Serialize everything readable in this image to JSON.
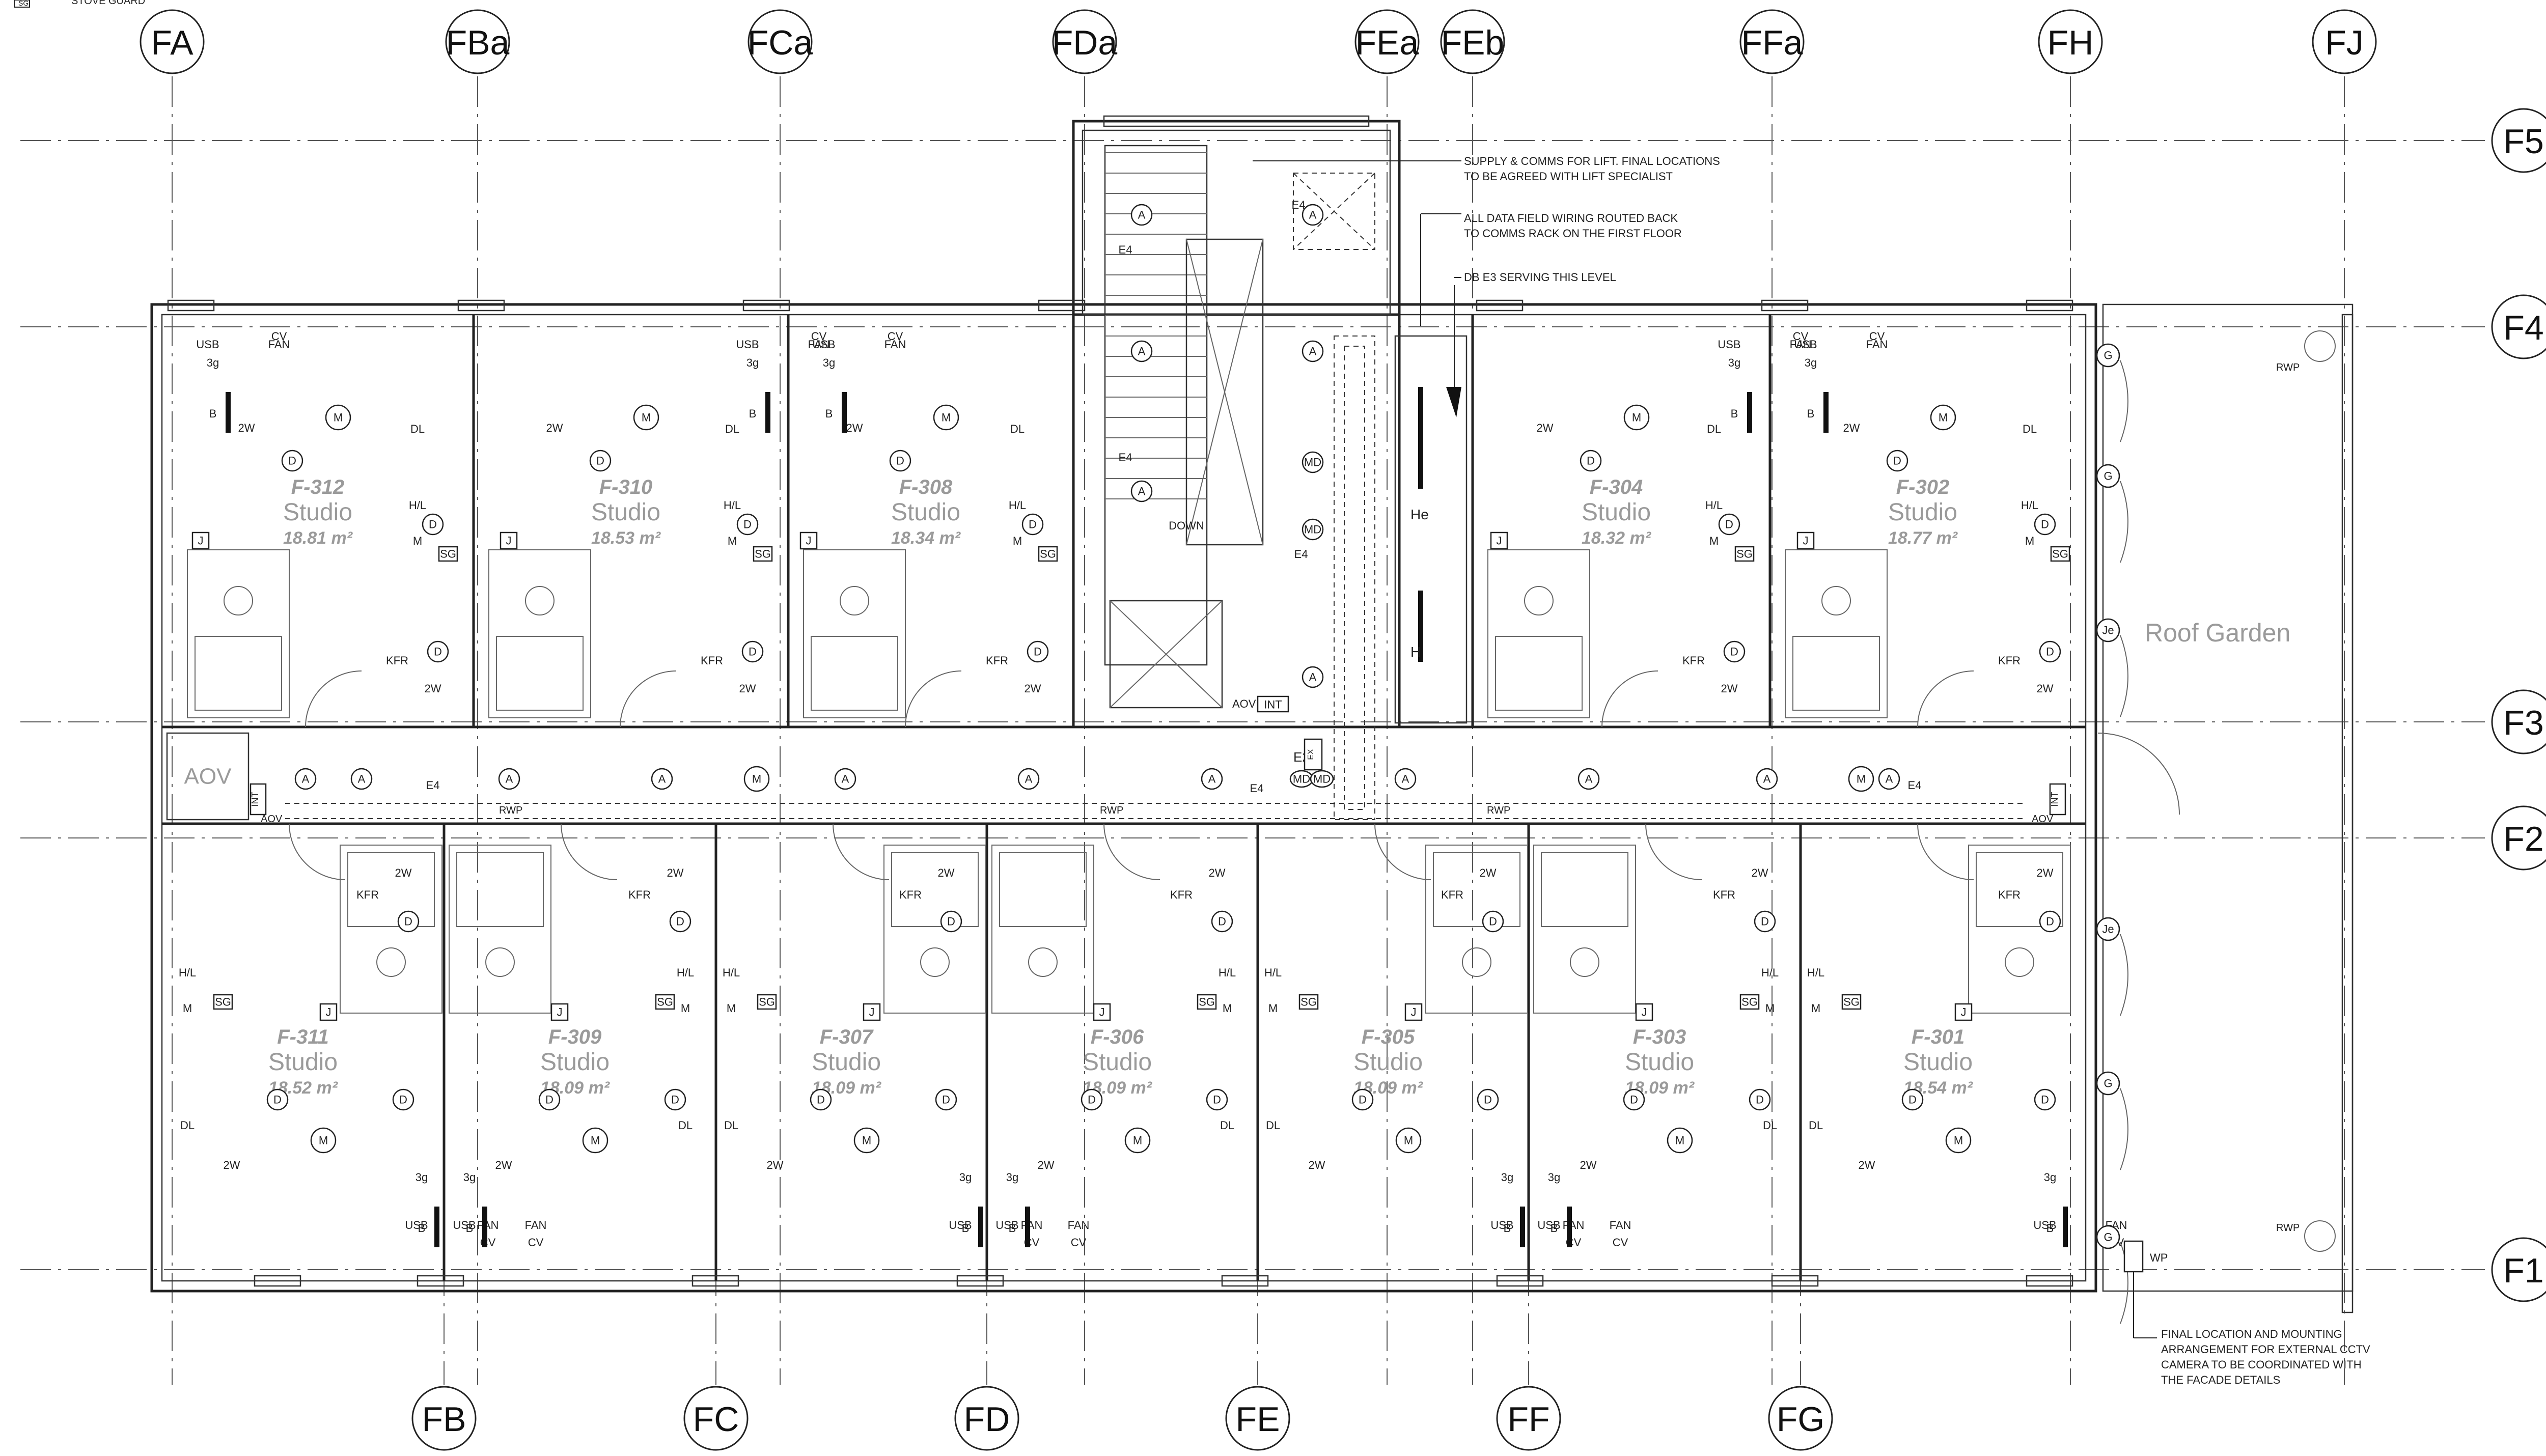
{
  "legend": {
    "code": "SG",
    "label": "STOVE GUARD"
  },
  "grid": {
    "top": [
      "FA",
      "FBa",
      "FCa",
      "FDa",
      "FEa",
      "FEb",
      "FFa",
      "FH",
      "FJ"
    ],
    "bottom": [
      "FB",
      "FC",
      "FD",
      "FE",
      "FF",
      "FG"
    ],
    "right": [
      "F5",
      "F4",
      "F3",
      "F2",
      "F1"
    ]
  },
  "notes": {
    "lift_line1": "SUPPLY  & COMMS FOR LIFT. FINAL LOCATIONS",
    "lift_line2": "TO BE AGREED WITH LIFT SPECIALIST",
    "data_line1": "ALL DATA FIELD WIRING ROUTED BACK",
    "data_line2": "TO COMMS RACK ON THE FIRST FLOOR",
    "db": "DB E3 SERVING THIS LEVEL",
    "cctv_line1": "FINAL LOCATION AND MOUNTING",
    "cctv_line2": "ARRANGEMENT FOR EXTERNAL CCTV",
    "cctv_line3": "CAMERA TO BE COORDINATED WITH",
    "cctv_line4": "THE FACADE DETAILS"
  },
  "rooms_top": [
    {
      "id": "F-312",
      "type": "Studio",
      "area": "18.81 m²"
    },
    {
      "id": "F-310",
      "type": "Studio",
      "area": "18.53 m²"
    },
    {
      "id": "F-308",
      "type": "Studio",
      "area": "18.34 m²"
    },
    {
      "id": "F-304",
      "type": "Studio",
      "area": "18.32 m²"
    },
    {
      "id": "F-302",
      "type": "Studio",
      "area": "18.77 m²"
    }
  ],
  "rooms_bottom": [
    {
      "id": "F-311",
      "type": "Studio",
      "area": "18.52 m²"
    },
    {
      "id": "F-309",
      "type": "Studio",
      "area": "18.09 m²"
    },
    {
      "id": "F-307",
      "type": "Studio",
      "area": "18.09 m²"
    },
    {
      "id": "F-306",
      "type": "Studio",
      "area": "18.09 m²"
    },
    {
      "id": "F-305",
      "type": "Studio",
      "area": "18.09 m²"
    },
    {
      "id": "F-303",
      "type": "Studio",
      "area": "18.09 m²"
    },
    {
      "id": "F-301",
      "type": "Studio",
      "area": "18.54 m²"
    }
  ],
  "labels": {
    "roof_garden": "Roof Garden",
    "aov": "AOV",
    "int": "INT",
    "down": "DOWN",
    "rwp": "RWP",
    "wp": "WP",
    "e4": "E4",
    "e2": "E2",
    "he": "He",
    "h": "H",
    "usb": "USB",
    "fan": "FAN",
    "cv": "CV",
    "kfr": "KFR",
    "two_w": "2W",
    "dl": "DL",
    "hl": "H/L",
    "three_g": "3g",
    "b": "B",
    "j": "J",
    "sg": "SG",
    "a": "A",
    "d": "D",
    "m": "M",
    "g": "G",
    "je": "Je",
    "md": "MD",
    "ex": "EX"
  }
}
